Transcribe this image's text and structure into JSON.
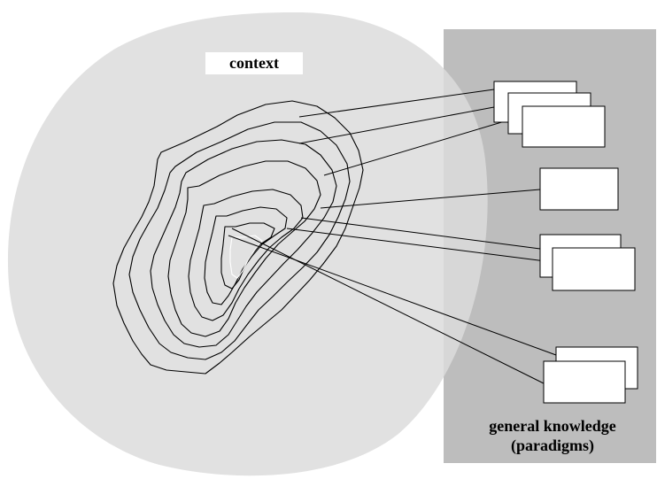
{
  "labels": {
    "context": "context",
    "general_knowledge_line1": "general knowledge",
    "general_knowledge_line2": "(paradigms)"
  },
  "colors": {
    "context_ellipse": "#dcdcdc",
    "knowledge_panel": "#bdbdbd",
    "line": "#000000",
    "box": "#ffffff"
  }
}
